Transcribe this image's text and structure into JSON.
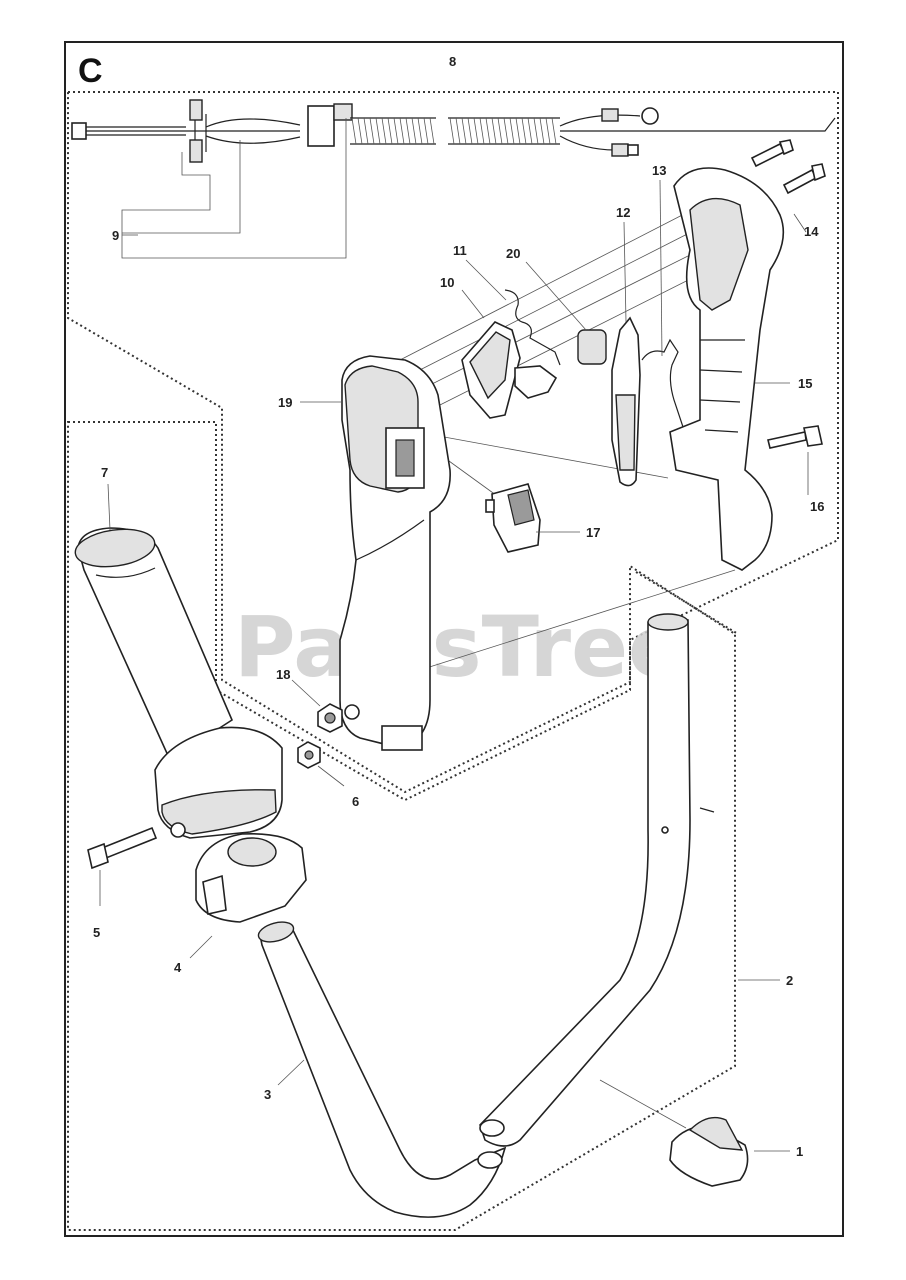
{
  "diagram": {
    "section_letter": "C",
    "watermark": "PartsTree",
    "callouts": [
      {
        "id": "c1",
        "text": "1"
      },
      {
        "id": "c2",
        "text": "2"
      },
      {
        "id": "c3",
        "text": "3"
      },
      {
        "id": "c4",
        "text": "4"
      },
      {
        "id": "c5",
        "text": "5"
      },
      {
        "id": "c6",
        "text": "6"
      },
      {
        "id": "c7",
        "text": "7"
      },
      {
        "id": "c8",
        "text": "8"
      },
      {
        "id": "c9",
        "text": "9"
      },
      {
        "id": "c10",
        "text": "10"
      },
      {
        "id": "c11",
        "text": "11"
      },
      {
        "id": "c12",
        "text": "12"
      },
      {
        "id": "c13",
        "text": "13"
      },
      {
        "id": "c14",
        "text": "14"
      },
      {
        "id": "c15",
        "text": "15"
      },
      {
        "id": "c16",
        "text": "16"
      },
      {
        "id": "c17",
        "text": "17"
      },
      {
        "id": "c18",
        "text": "18"
      },
      {
        "id": "c19",
        "text": "19"
      },
      {
        "id": "c20",
        "text": "20"
      }
    ]
  }
}
